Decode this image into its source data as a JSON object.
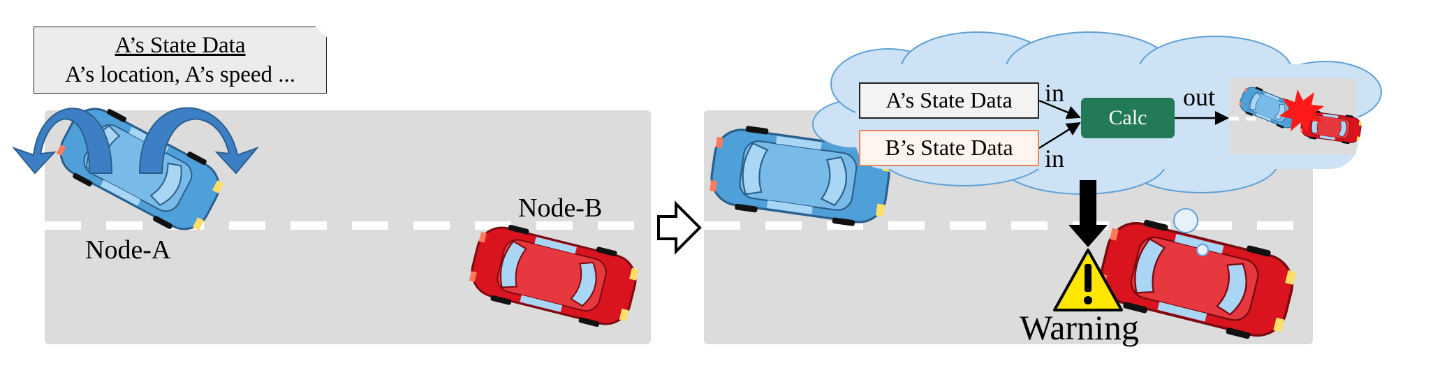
{
  "callout": {
    "title": "A’s State Data",
    "body": "A’s location, A’s speed ..."
  },
  "nodes": {
    "a": "Node-A",
    "b": "Node-B"
  },
  "thought": {
    "a_state": "A’s State Data",
    "b_state": "B’s State Data",
    "in_top": "in",
    "in_bottom": "in",
    "calc": "Calc",
    "out": "out"
  },
  "warning": "Warning",
  "colors": {
    "road": "#dcdcdc",
    "lane": "#ffffff",
    "car_a": "#4f9fd9",
    "car_b": "#d9141e",
    "calc": "#237a57",
    "cloud": "#cde3f5",
    "cloud_edge": "#5fa0d6",
    "warning_sign": "#ffe600"
  },
  "icons": [
    "curved-arrow-icon",
    "hollow-right-arrow-icon",
    "down-arrow-icon",
    "warning-sign-icon",
    "collision-burst-icon"
  ]
}
